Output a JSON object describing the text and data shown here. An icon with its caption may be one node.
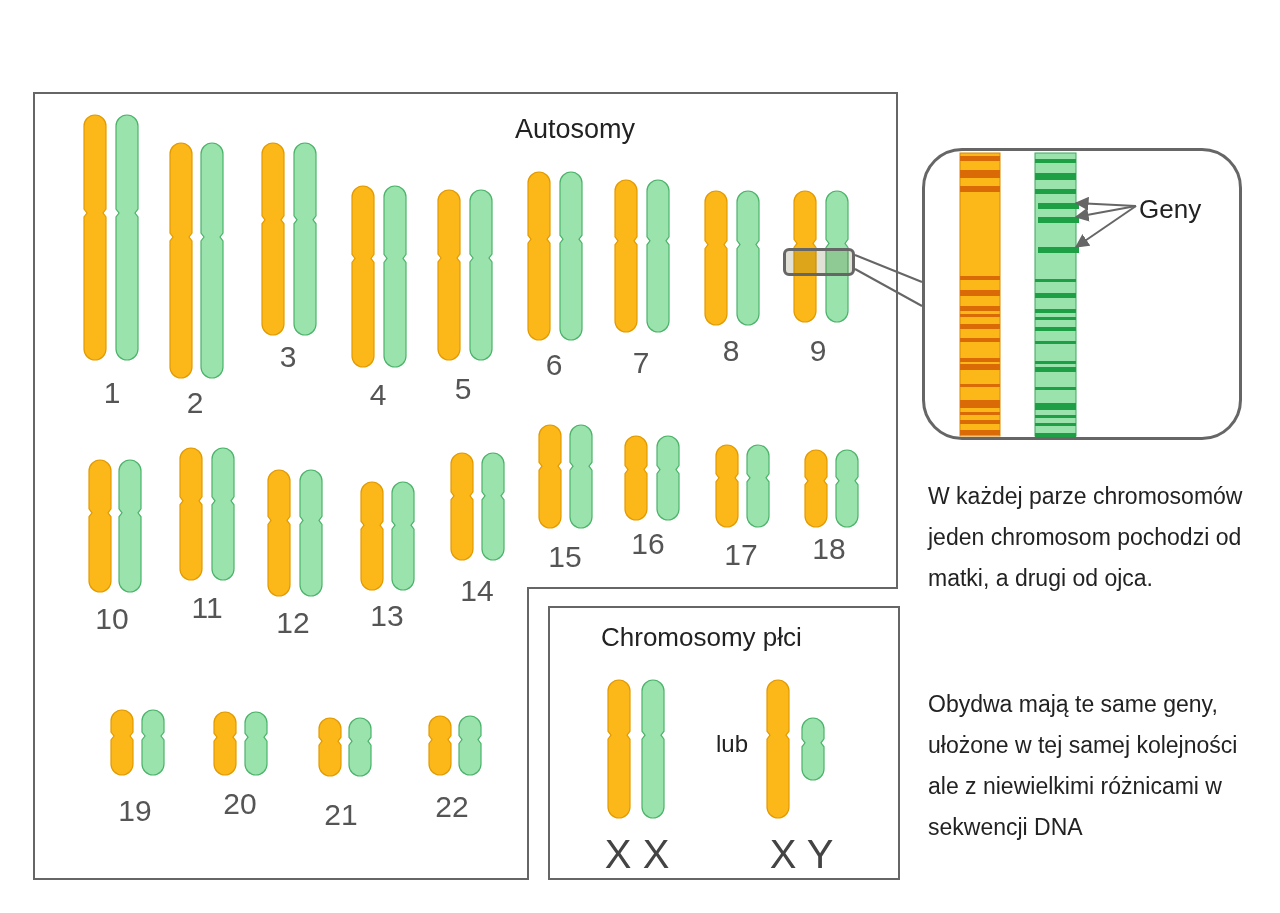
{
  "diagram": {
    "nodes": [
      {
        "text": [
          "Autosomy"
        ]
      },
      {
        "text": [],
        "shape": "box",
        "in": 0
      },
      {
        "text": [],
        "shape": "box"
      },
      {
        "text": [
          "Geny"
        ],
        "in": 2
      },
      {
        "text": [],
        "shape": "bar",
        "in": 2
      },
      {
        "text": [],
        "shape": "bar",
        "in": 2
      },
      {
        "text": [],
        "shape": "bar",
        "in": 2
      },
      {
        "text": [
          "Chromosomy płci"
        ]
      }
    ],
    "edges": [
      {
        "from": 1,
        "to": 2,
        "arrow": "none"
      },
      {
        "from": 3,
        "to": 4,
        "arrow": "to"
      },
      {
        "from": 3,
        "to": 5,
        "arrow": "to"
      },
      {
        "from": 3,
        "to": 6,
        "arrow": "to"
      }
    ],
    "labels": [
      "1",
      "2",
      "3",
      "4",
      "5",
      "6",
      "7",
      "8",
      "9",
      "10",
      "11",
      "12",
      "13",
      "14",
      "15",
      "16",
      "17",
      "18",
      "19",
      "20",
      "21",
      "22",
      "lub",
      "X",
      "X",
      "X",
      "Y",
      "W każdej parze chromosomów jeden chromosom pochodzi od matki, a drugi od ojca.",
      "Obydwa mają te same geny, ułożone w tej samej kolejności ale z niewielkimi różnicami w sekwencji DNA"
    ]
  }
}
